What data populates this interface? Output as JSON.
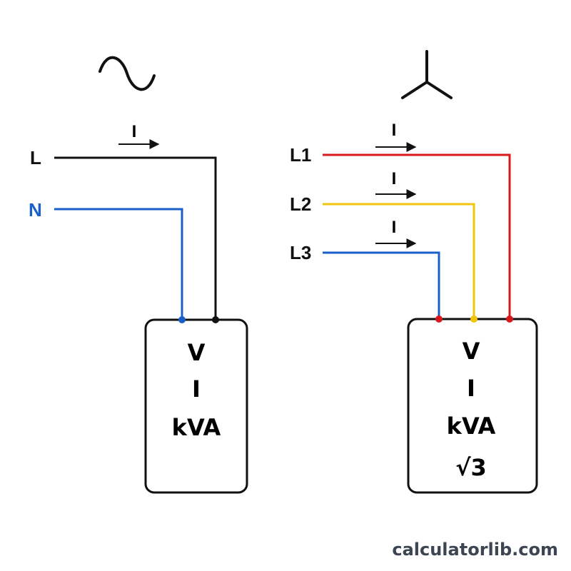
{
  "single_phase": {
    "symbol": "ac-sine-icon",
    "lines": [
      {
        "label": "L",
        "color": "#111111"
      },
      {
        "label": "N",
        "color": "#1a5fc8"
      }
    ],
    "current_label": "I",
    "box": {
      "line1": "V",
      "line2": "I",
      "line3": "kVA"
    }
  },
  "three_phase": {
    "symbol": "wye-icon",
    "lines": [
      {
        "label": "L1",
        "color": "#d8191c"
      },
      {
        "label": "L2",
        "color": "#f2c40c"
      },
      {
        "label": "L3",
        "color": "#1a5fc8"
      }
    ],
    "current_labels": [
      "I",
      "I",
      "I"
    ],
    "box": {
      "line1": "V",
      "line2": "I",
      "line3": "kVA",
      "line4": "√3"
    }
  },
  "brand": "calculatorlib.com"
}
